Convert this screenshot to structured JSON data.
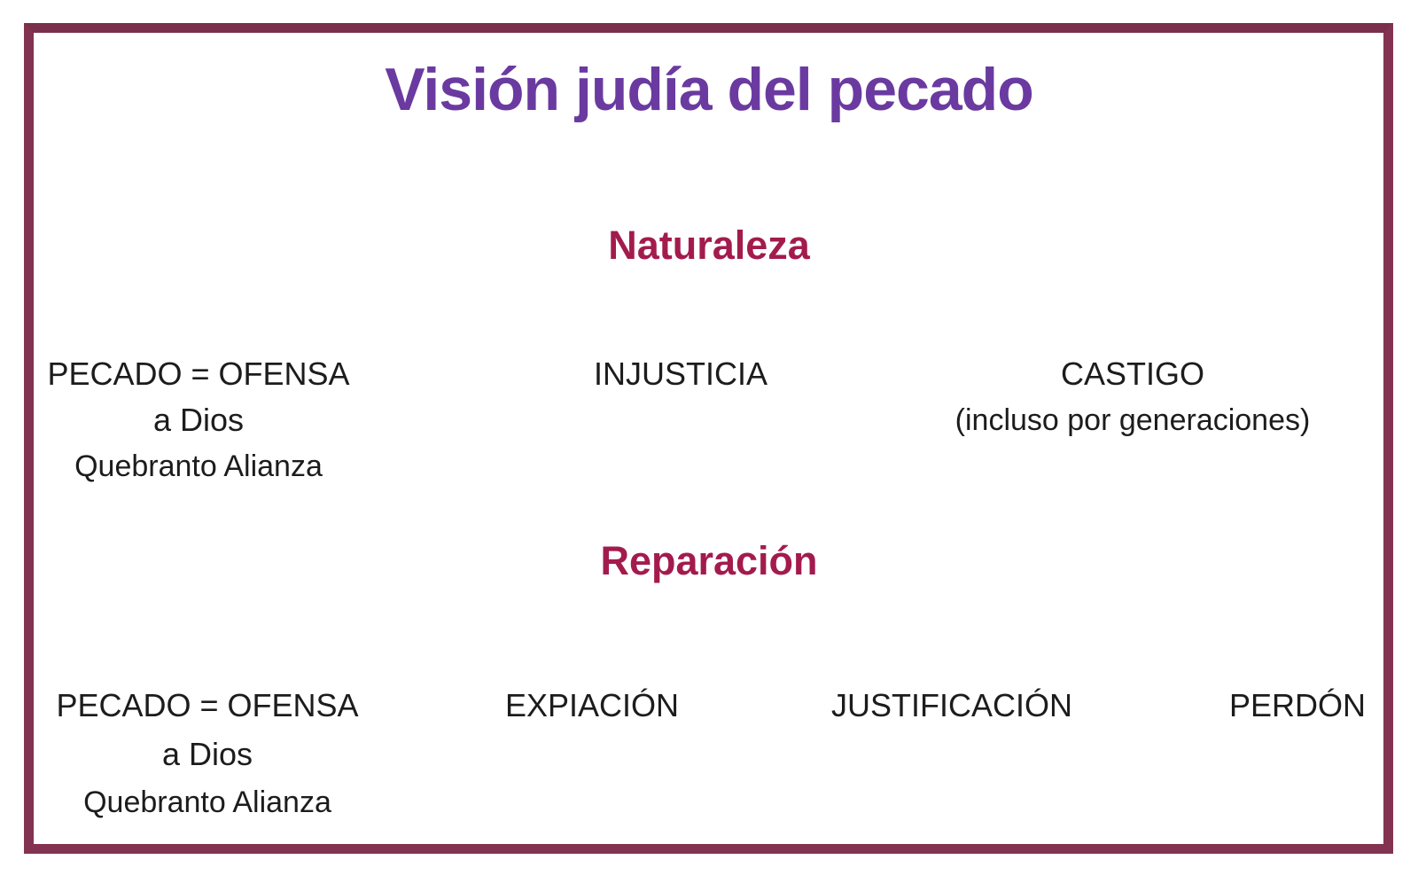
{
  "slide": {
    "title": "Visión judía del pecado",
    "sections": [
      {
        "heading": "Naturaleza",
        "items": [
          {
            "name": "pecado-ofensa",
            "lines": [
              "PECADO = OFENSA",
              "a Dios",
              "Quebranto Alianza"
            ]
          },
          {
            "name": "injusticia",
            "lines": [
              "INJUSTICIA"
            ]
          },
          {
            "name": "castigo",
            "lines": [
              "CASTIGO",
              "(incluso por generaciones)"
            ]
          }
        ]
      },
      {
        "heading": "Reparación",
        "items": [
          {
            "name": "pecado-ofensa",
            "lines": [
              "PECADO = OFENSA",
              "a Dios",
              "Quebranto Alianza"
            ]
          },
          {
            "name": "expiacion",
            "lines": [
              "EXPIACIÓN"
            ]
          },
          {
            "name": "justificacion",
            "lines": [
              "JUSTIFICACIÓN"
            ]
          },
          {
            "name": "perdon",
            "lines": [
              "PERDÓN"
            ]
          }
        ]
      }
    ]
  },
  "colors": {
    "background": "#ffffff",
    "frame_border": "#833350",
    "title": "#6a3aa0",
    "section_heading": "#a31b4d",
    "body_text": "#1c1c1c"
  }
}
